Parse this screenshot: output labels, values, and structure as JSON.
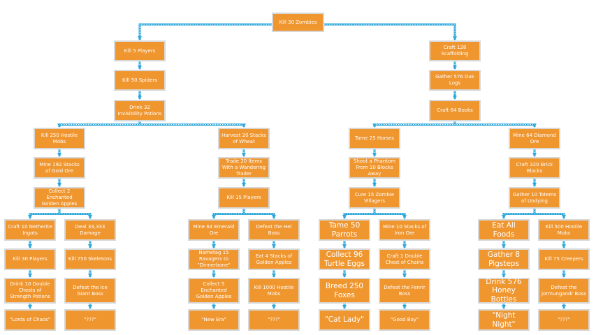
{
  "nodes": [
    {
      "id": "n00",
      "label": "Kill 30 Zombies"
    },
    {
      "id": "n01",
      "label": "Kill 5 Players"
    },
    {
      "id": "n02",
      "label": "Kill 50 Spiders"
    },
    {
      "id": "n03",
      "label": "Drink 32 Invisibility Potions"
    },
    {
      "id": "n04",
      "label": "Craft 128 Scaffolding"
    },
    {
      "id": "n05",
      "label": "Gather 576 Oak Logs"
    },
    {
      "id": "n06",
      "label": "Craft 64 Books"
    },
    {
      "id": "n07",
      "label": "Kill 250 Hostile Mobs"
    },
    {
      "id": "n08",
      "label": "Mine 192 Stacks of Gold Ore"
    },
    {
      "id": "n09",
      "label": "Collect 2 Enchanted Golden Apples"
    },
    {
      "id": "n10",
      "label": "Harvest 20 Stacks of Wheat"
    },
    {
      "id": "n11",
      "label": "Trade 20 Items With a Wandering Trader"
    },
    {
      "id": "n12",
      "label": "Kill 15 Players"
    },
    {
      "id": "n13",
      "label": "Tame 25 Horses"
    },
    {
      "id": "n14",
      "label": "Shoot a Phantom From 10 Blocks Away"
    },
    {
      "id": "n15",
      "label": "Cure 15 Zombie Villagers"
    },
    {
      "id": "n16",
      "label": "Mine 64 Diamond Ore"
    },
    {
      "id": "n17",
      "label": "Craft 320 Brick Blocks"
    },
    {
      "id": "n18",
      "label": "Gather 10 Totems of Undying"
    },
    {
      "id": "n19",
      "label": "Craft 10 Netherite Ingots"
    },
    {
      "id": "n20",
      "label": "Kill 30 Players"
    },
    {
      "id": "n21",
      "label": "Drink 10 Double Chests of Strength Potions"
    },
    {
      "id": "n22",
      "label": "\"Lords of Chaos\""
    },
    {
      "id": "n23",
      "label": "Deal 33,333 Damage"
    },
    {
      "id": "n24",
      "label": "Kill 750 Skeletons"
    },
    {
      "id": "n25",
      "label": "Defeat the Ice Giant Boss"
    },
    {
      "id": "n26",
      "label": "\"???\""
    },
    {
      "id": "n27",
      "label": "Mine 64 Emerald Ore"
    },
    {
      "id": "n28",
      "label": "Nametag 15 Ravagers to \"Dinnerbone\""
    },
    {
      "id": "n29",
      "label": "Collect 5 Enchanted Golden Apples"
    },
    {
      "id": "n30",
      "label": "\"New Era\""
    },
    {
      "id": "n31",
      "label": "Defeat the Hel Boss"
    },
    {
      "id": "n32",
      "label": "Eat 4 Stacks of Golden Apples"
    },
    {
      "id": "n33",
      "label": "Kill 1000 Hostile Mobs"
    },
    {
      "id": "n34",
      "label": "\"???\""
    },
    {
      "id": "n35",
      "label": "Tame 50 Parrots"
    },
    {
      "id": "n36",
      "label": "Collect 96 Turtle Eggs"
    },
    {
      "id": "n37",
      "label": "Breed 250 Foxes"
    },
    {
      "id": "n38",
      "label": "\"Cat Lady\""
    },
    {
      "id": "n39",
      "label": "Mine 10 Stacks of Iron Ore"
    },
    {
      "id": "n40",
      "label": "Craft 1 Double Chest of Chains"
    },
    {
      "id": "n41",
      "label": "Defeat the Fenrir Boss"
    },
    {
      "id": "n42",
      "label": "\"Good Boy\""
    },
    {
      "id": "n43",
      "label": "Eat All Foods"
    },
    {
      "id": "n44",
      "label": "Gather 8 Pigsteps"
    },
    {
      "id": "n45",
      "label": "Drink 576 Honey Bottles"
    },
    {
      "id": "n46",
      "label": "\"Night Night\""
    },
    {
      "id": "n47",
      "label": "Kill 500 Hostile Mobs"
    },
    {
      "id": "n48",
      "label": "Kill 75 Creepers"
    },
    {
      "id": "n49",
      "label": "Defeat the Jormungandr Boss"
    },
    {
      "id": "n50",
      "label": "\"???\""
    }
  ],
  "edges": [
    [
      "n00",
      "n01"
    ],
    [
      "n00",
      "n04"
    ],
    [
      "n01",
      "n02"
    ],
    [
      "n02",
      "n03"
    ],
    [
      "n03",
      "n07"
    ],
    [
      "n03",
      "n10"
    ],
    [
      "n04",
      "n05"
    ],
    [
      "n05",
      "n06"
    ],
    [
      "n06",
      "n13"
    ],
    [
      "n06",
      "n16"
    ],
    [
      "n07",
      "n08"
    ],
    [
      "n08",
      "n09"
    ],
    [
      "n09",
      "n19"
    ],
    [
      "n09",
      "n23"
    ],
    [
      "n10",
      "n11"
    ],
    [
      "n11",
      "n12"
    ],
    [
      "n12",
      "n27"
    ],
    [
      "n12",
      "n31"
    ],
    [
      "n13",
      "n14"
    ],
    [
      "n14",
      "n15"
    ],
    [
      "n15",
      "n35"
    ],
    [
      "n15",
      "n39"
    ],
    [
      "n16",
      "n17"
    ],
    [
      "n17",
      "n18"
    ],
    [
      "n18",
      "n43"
    ],
    [
      "n18",
      "n47"
    ],
    [
      "n19",
      "n20"
    ],
    [
      "n20",
      "n21"
    ],
    [
      "n21",
      "n22"
    ],
    [
      "n23",
      "n24"
    ],
    [
      "n24",
      "n25"
    ],
    [
      "n25",
      "n26"
    ],
    [
      "n27",
      "n28"
    ],
    [
      "n28",
      "n29"
    ],
    [
      "n29",
      "n30"
    ],
    [
      "n31",
      "n32"
    ],
    [
      "n32",
      "n33"
    ],
    [
      "n33",
      "n34"
    ],
    [
      "n35",
      "n36"
    ],
    [
      "n36",
      "n37"
    ],
    [
      "n37",
      "n38"
    ],
    [
      "n39",
      "n40"
    ],
    [
      "n40",
      "n41"
    ],
    [
      "n41",
      "n42"
    ],
    [
      "n43",
      "n44"
    ],
    [
      "n44",
      "n45"
    ],
    [
      "n45",
      "n46"
    ],
    [
      "n47",
      "n48"
    ],
    [
      "n48",
      "n49"
    ],
    [
      "n49",
      "n50"
    ]
  ],
  "colors": {
    "node_fill": "#f0962f",
    "node_border": "#d8d8d8",
    "node_text": "#ffffff",
    "connector": "#2fa8dc"
  }
}
